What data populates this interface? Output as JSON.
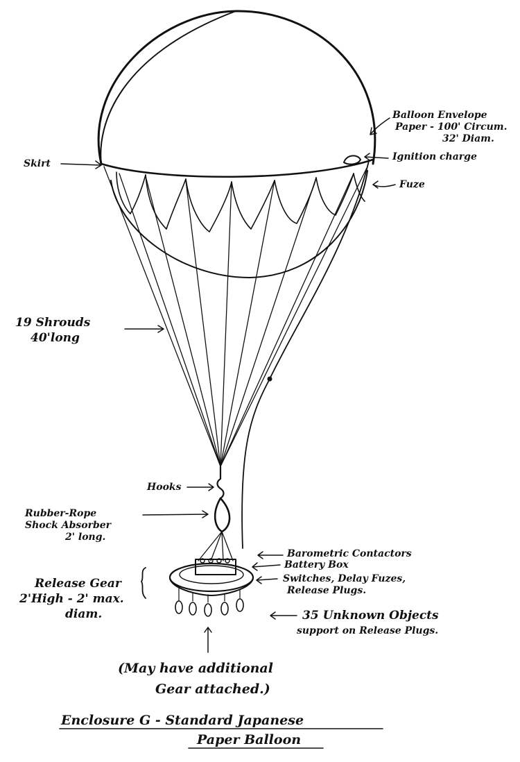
{
  "labels": {
    "balloon_envelope": [
      "Balloon Envelope",
      "Paper - 100' Circum.",
      "32' Diam."
    ],
    "ignition_charge": "Ignition charge",
    "skirt": "Skirt",
    "fuze": "Fuze",
    "shrouds": [
      "19 Shrouds",
      "40'long"
    ],
    "hooks": "Hooks",
    "rubber_rope": [
      "Rubber-Rope",
      "Shock Absorber",
      "2' long."
    ],
    "barometric_contactors": "Barometric Contactors",
    "battery_box": "Battery Box",
    "switches": [
      "Switches, Delay Fuzes,",
      "Release Plugs."
    ],
    "release_gear": [
      "Release Gear",
      "2'High - 2' max.",
      "diam."
    ],
    "unknown_objects": [
      "35 Unknown Objects",
      "support on Release Plugs."
    ],
    "additional_gear": [
      "(May have additional",
      "Gear attached.)"
    ]
  },
  "title": [
    "Enclosure G -   Standard Japanese",
    "Paper Balloon"
  ]
}
